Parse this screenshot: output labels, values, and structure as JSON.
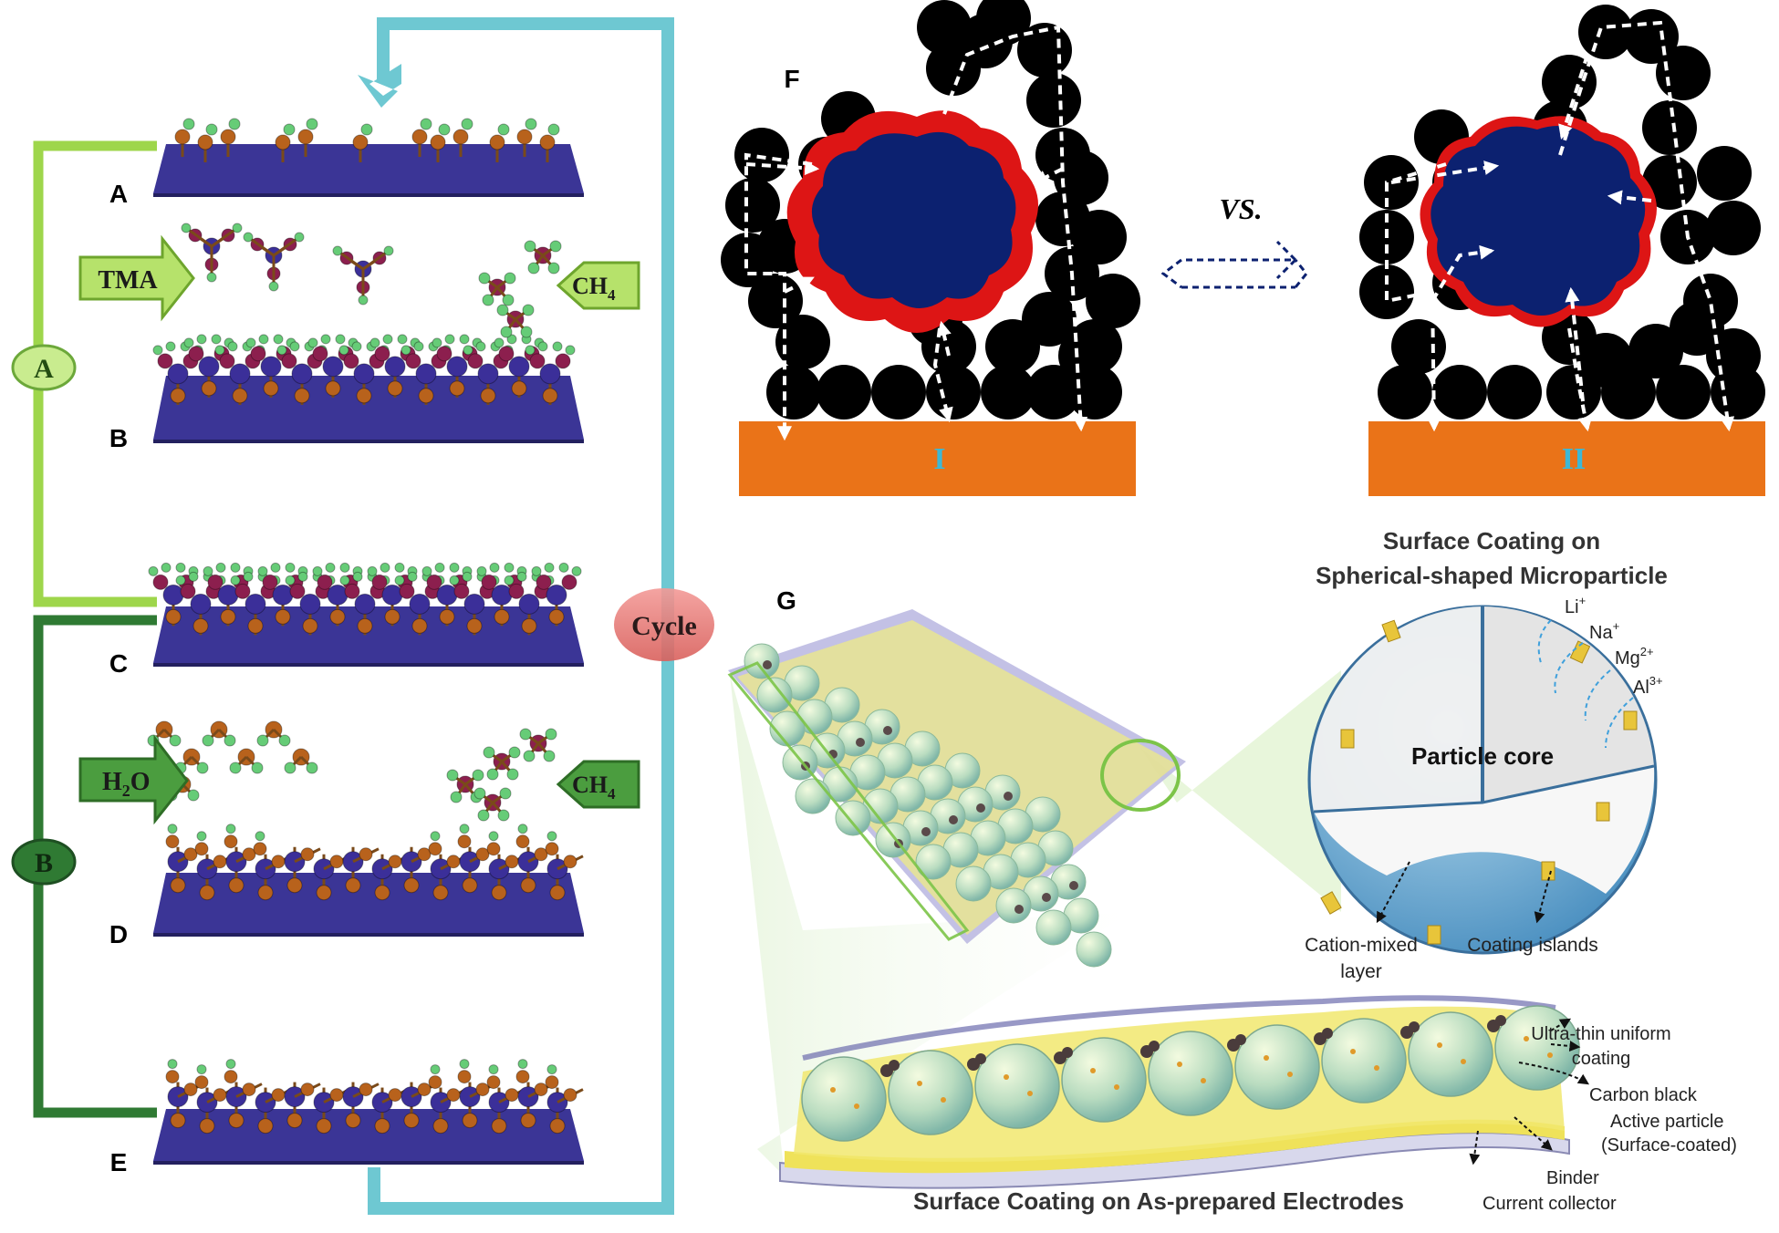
{
  "left_panel": {
    "step_labels": [
      "A",
      "B",
      "C",
      "D",
      "E"
    ],
    "half_cycle_a": "A",
    "half_cycle_b": "B",
    "cycle": "Cycle",
    "tma_arrow": "TMA",
    "ch4_bubble_1": "CH",
    "ch4_bubble_2": "CH",
    "h2o_arrow_main": "H",
    "h2o_arrow_tail": "O",
    "subscript_2": "2",
    "subscript_4": "4",
    "colors": {
      "substrate": "#3b3596",
      "aluminum": "#3b2f99",
      "oxygen": "#b8621c",
      "methyl": "#8c1f4e",
      "hydrogen": "#66cc77",
      "cycle_line": "#6ec8d2",
      "half_a_line": "#9ed64b",
      "half_b_line": "#2f7a33"
    }
  },
  "panel_f": {
    "label": "F",
    "vs": "VS.",
    "electrode_1": "I",
    "electrode_2": "II",
    "colors": {
      "particle": "#0c2170",
      "coating": "#dd1515",
      "carbon": "#000000",
      "collector": "#ea7318",
      "roman": "#3db8d6"
    }
  },
  "panel_g": {
    "label": "G",
    "micro_title_line1": "Surface Coating on",
    "micro_title_line2": "Spherical-shaped Microparticle",
    "ions": [
      "Li",
      "Na",
      "Mg",
      "Al"
    ],
    "ion_charges": [
      "+",
      "+",
      "2+",
      "3+"
    ],
    "particle_core": "Particle core",
    "cation_mixed_line1": "Cation-mixed",
    "cation_mixed_line2": "layer",
    "coating_islands": "Coating islands",
    "bottom_title": "Surface Coating on As-prepared Electrodes",
    "callouts": {
      "ultra_thin_line1": "Ultra-thin uniform",
      "ultra_thin_line2": "coating",
      "carbon_black": "Carbon black",
      "active_particle_line1": "Active particle",
      "active_particle_line2": "(Surface-coated)",
      "binder": "Binder",
      "current_collector": "Current collector"
    }
  }
}
